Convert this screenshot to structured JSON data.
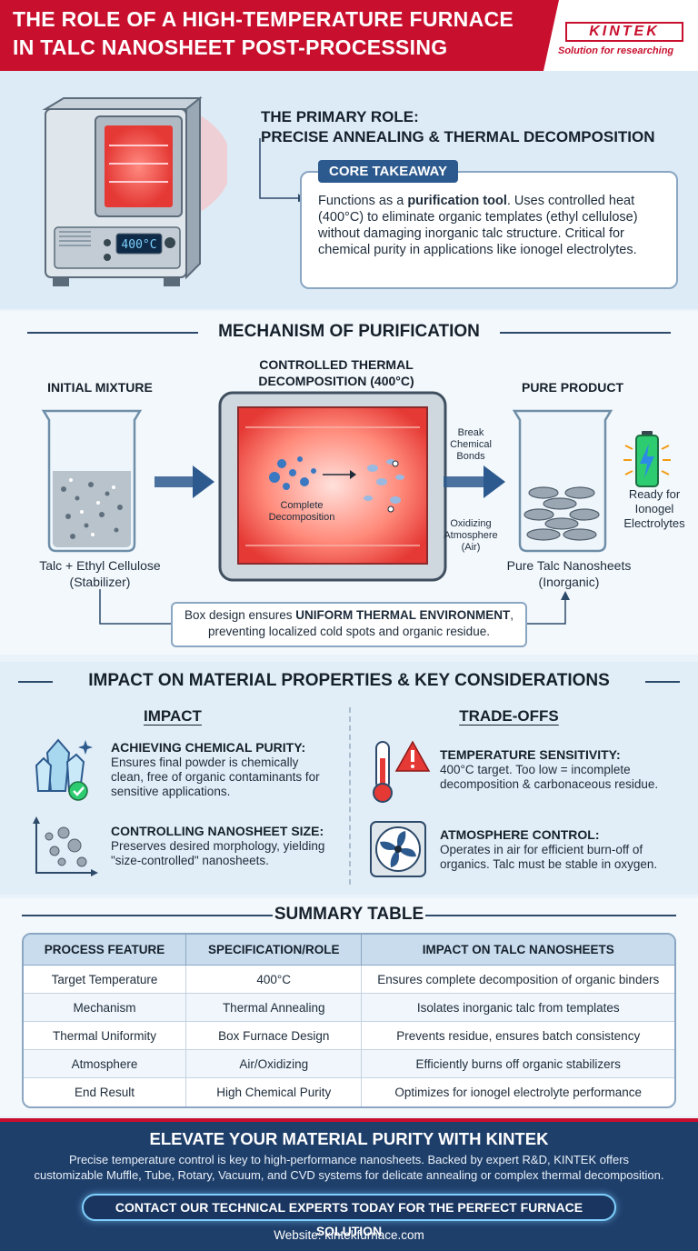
{
  "header": {
    "title_line1": "THE ROLE OF A HIGH-TEMPERATURE FURNACE",
    "title_line2": "IN TALC NANOSHEET POST-PROCESSING",
    "logo_word": "KINTEK",
    "logo_tagline": "Solution for researching"
  },
  "primary": {
    "title_line1": "THE PRIMARY ROLE:",
    "title_line2": "PRECISE ANNEALING & THERMAL DECOMPOSITION",
    "furnace_display": "400°C",
    "core_label": "CORE TAKEAWAY",
    "core_text_pre": "Functions as a ",
    "core_text_bold": "purification tool",
    "core_text_post": ". Uses controlled heat (400°C) to eliminate organic templates (ethyl cellulose) without damaging inorganic talc structure. Critical for chemical purity in applications like ionogel electrolytes."
  },
  "mechanism": {
    "title": "MECHANISM OF PURIFICATION",
    "initial_label": "INITIAL MIXTURE",
    "furnace_label_line1": "CONTROLLED THERMAL",
    "furnace_label_line2": "DECOMPOSITION (400°C)",
    "pure_label": "PURE PRODUCT",
    "initial_caption_line1": "Talc + Ethyl Cellulose",
    "initial_caption_line2": "(Stabilizer)",
    "decomp_line1": "Complete",
    "decomp_line2": "Decomposition",
    "bonds_line1": "Break",
    "bonds_line2": "Chemical",
    "bonds_line3": "Bonds",
    "atmos_line1": "Oxidizing",
    "atmos_line2": "Atmosphere",
    "atmos_line3": "(Air)",
    "pure_caption_line1": "Pure Talc Nanosheets",
    "pure_caption_line2": "(Inorganic)",
    "ready_line1": "Ready for",
    "ready_line2": "Ionogel",
    "ready_line3": "Electrolytes",
    "uniform_line1_pre": "Box design ensures ",
    "uniform_line1_bold": "UNIFORM THERMAL ENVIRONMENT",
    "uniform_line1_post": ",",
    "uniform_line2": "preventing localized cold spots and organic residue."
  },
  "impact": {
    "title": "IMPACT ON MATERIAL PROPERTIES & KEY CONSIDERATIONS",
    "impact_col": "IMPACT",
    "tradeoffs_col": "TRADE-OFFS",
    "items": [
      {
        "head": "ACHIEVING CHEMICAL PURITY:",
        "body": "Ensures final powder is chemically clean, free of organic contaminants for sensitive applications."
      },
      {
        "head": "CONTROLLING NANOSHEET SIZE:",
        "body": "Preserves desired morphology, yielding \"size-controlled\" nanosheets."
      },
      {
        "head": "TEMPERATURE SENSITIVITY:",
        "body": "400°C target. Too low = incomplete decomposition & carbonaceous residue."
      },
      {
        "head": "ATMOSPHERE CONTROL:",
        "body": "Operates in air for efficient burn-off of organics. Talc must be stable in oxygen."
      }
    ]
  },
  "table": {
    "title": "SUMMARY TABLE",
    "headers": [
      "PROCESS FEATURE",
      "SPECIFICATION/ROLE",
      "IMPACT ON TALC NANOSHEETS"
    ],
    "rows": [
      [
        "Target Temperature",
        "400°C",
        "Ensures complete decomposition of organic binders"
      ],
      [
        "Mechanism",
        "Thermal Annealing",
        "Isolates inorganic talc from templates"
      ],
      [
        "Thermal Uniformity",
        "Box Furnace Design",
        "Prevents residue, ensures batch consistency"
      ],
      [
        "Atmosphere",
        "Air/Oxidizing",
        "Efficiently burns off organic stabilizers"
      ],
      [
        "End Result",
        "High Chemical Purity",
        "Optimizes for ionogel electrolyte performance"
      ]
    ]
  },
  "footer": {
    "title": "ELEVATE YOUR MATERIAL PURITY WITH KINTEK",
    "desc_line1": "Precise temperature control is key to high-performance nanosheets. Backed by expert R&D, KINTEK offers",
    "desc_line2": "customizable Muffle, Tube, Rotary, Vacuum, and CVD systems for delicate annealing or complex thermal decomposition.",
    "cta": "CONTACT OUR TECHNICAL EXPERTS TODAY FOR THE PERFECT FURNACE SOLUTION",
    "website": "Website: kintekfurnace.com"
  },
  "colors": {
    "brand_red": "#c8102e",
    "navy": "#1f3f6b",
    "accent_blue": "#2d5a8e"
  }
}
